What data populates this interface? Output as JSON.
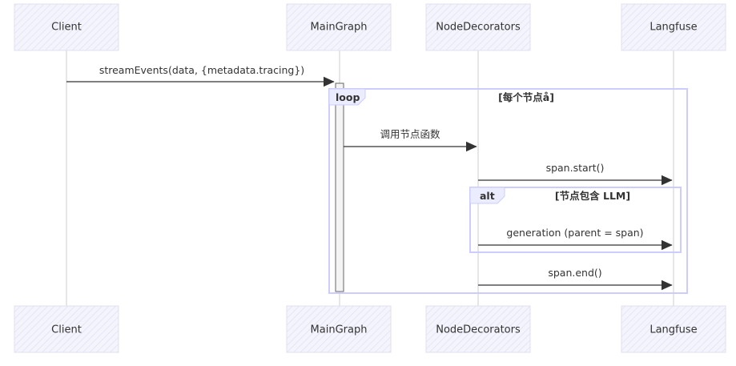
{
  "actors_top": [
    "Client",
    "MainGraph",
    "NodeDecorators",
    "Langfuse"
  ],
  "actors_bottom": [
    "Client",
    "MainGraph",
    "NodeDecorators",
    "Langfuse"
  ],
  "messages": [
    {
      "from": "Client",
      "to": "MainGraph",
      "label": "streamEvents(data, {metadata.tracing})"
    },
    {
      "from": "MainGraph",
      "to": "NodeDecorators",
      "label": "调用节点函数"
    },
    {
      "from": "NodeDecorators",
      "to": "Langfuse",
      "label": "span.start()"
    },
    {
      "from": "NodeDecorators",
      "to": "Langfuse",
      "label": "generation (parent = span)"
    },
    {
      "from": "NodeDecorators",
      "to": "Langfuse",
      "label": "span.end()"
    }
  ],
  "frames": [
    {
      "type": "loop",
      "condition": "[每个节点å]"
    },
    {
      "type": "alt",
      "condition": "[节点包含 LLM]"
    }
  ],
  "colors": {
    "actor_fill": "#ececff",
    "actor_stroke": "#9370db",
    "frame_stroke": "#ccccff",
    "lifeline": "#cccccc",
    "line": "#333333"
  }
}
